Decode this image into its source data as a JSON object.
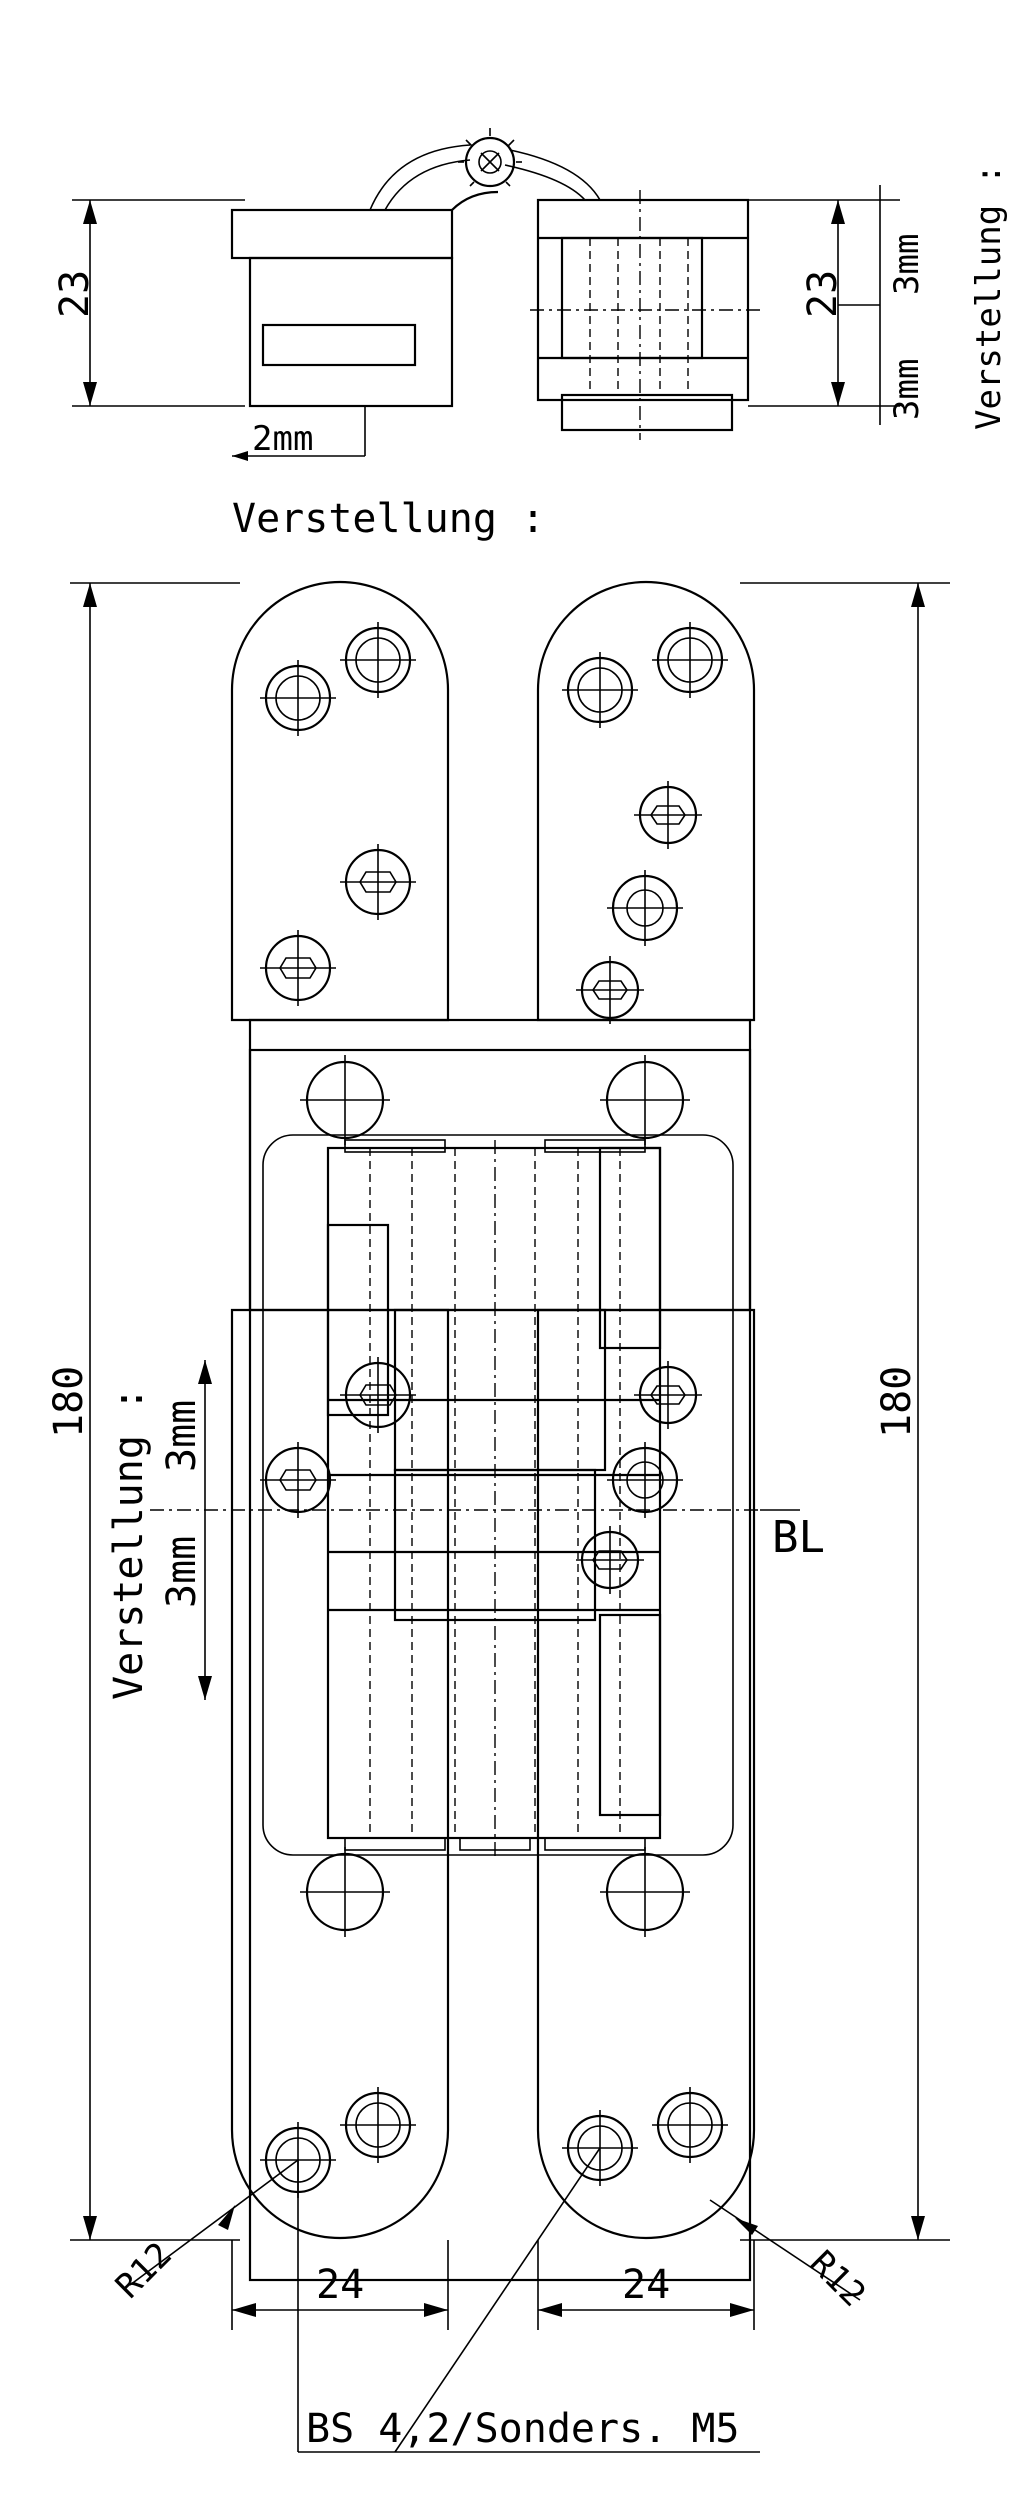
{
  "top_view": {
    "height_left": "23",
    "height_right": "23",
    "offset_label": "2mm",
    "adjust_up": "3mm",
    "adjust_down": "3mm",
    "adjust_title_vertical": "Verstellung :",
    "adjust_title_horizontal": "Verstellung :"
  },
  "front_view": {
    "height_left": "180",
    "height_right": "180",
    "adjust_title": "Verstellung :",
    "adjust_up": "3mm",
    "adjust_down": "3mm",
    "reference_line": "BL",
    "radius_left": "R12",
    "radius_right": "R12",
    "width_left": "24",
    "width_right": "24",
    "screw_note": "BS 4,2/Sonders. M5"
  }
}
